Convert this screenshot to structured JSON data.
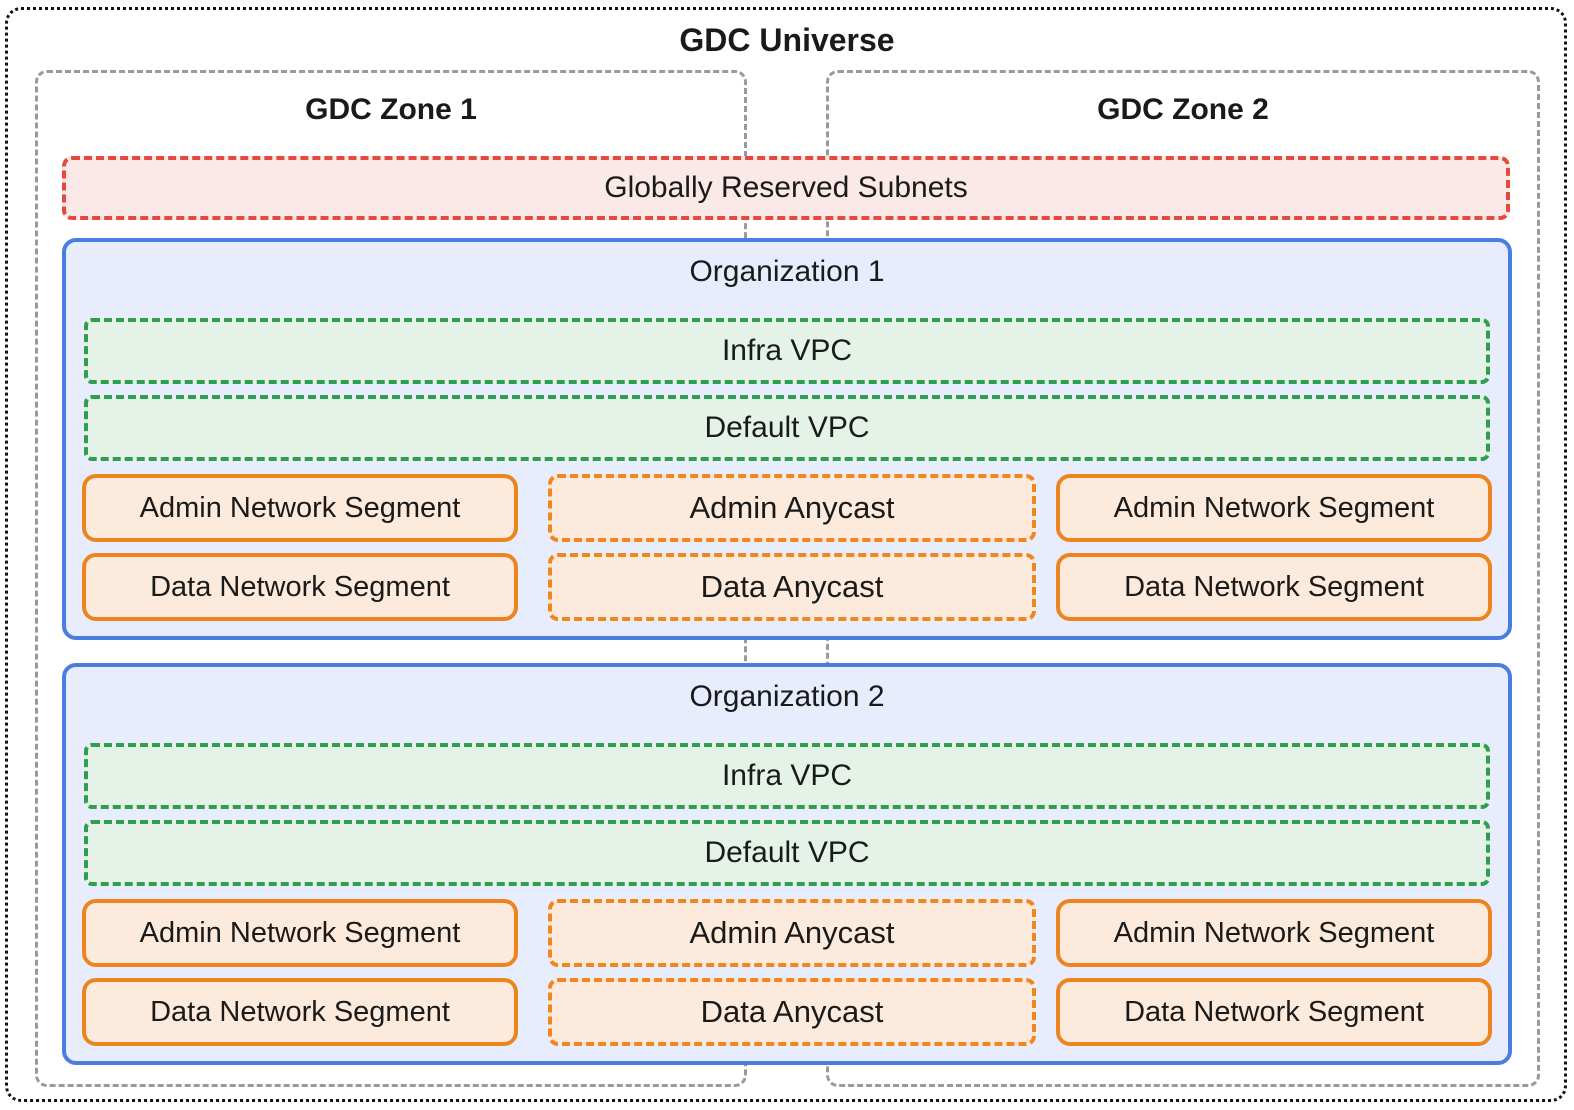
{
  "title": "GDC Universe",
  "zones": [
    {
      "label": "GDC Zone 1"
    },
    {
      "label": "GDC Zone 2"
    }
  ],
  "reserved_subnets": {
    "label": "Globally Reserved Subnets"
  },
  "organizations": [
    {
      "title": "Organization 1",
      "infra_vpc": "Infra VPC",
      "default_vpc": "Default VPC",
      "rows": {
        "admin_left": "Admin Network Segment",
        "admin_center": "Admin Anycast",
        "admin_right": "Admin Network Segment",
        "data_left": "Data Network Segment",
        "data_center": "Data Anycast",
        "data_right": "Data Network Segment"
      }
    },
    {
      "title": "Organization 2",
      "infra_vpc": "Infra VPC",
      "default_vpc": "Default VPC",
      "rows": {
        "admin_left": "Admin Network Segment",
        "admin_center": "Admin Anycast",
        "admin_right": "Admin Network Segment",
        "data_left": "Data Network Segment",
        "data_center": "Data Anycast",
        "data_right": "Data Network Segment"
      }
    }
  ],
  "colors": {
    "outer_border": "#111111",
    "zone_border": "#9a9a9a",
    "reserved_border": "#e5493d",
    "reserved_fill": "#fae9e7",
    "org_border": "#4a7de2",
    "org_fill": "#e7edfc",
    "vpc_border": "#2f9e4e",
    "vpc_fill": "#e4f2e8",
    "segment_border": "#ee8420",
    "segment_fill": "#fcebdc"
  }
}
